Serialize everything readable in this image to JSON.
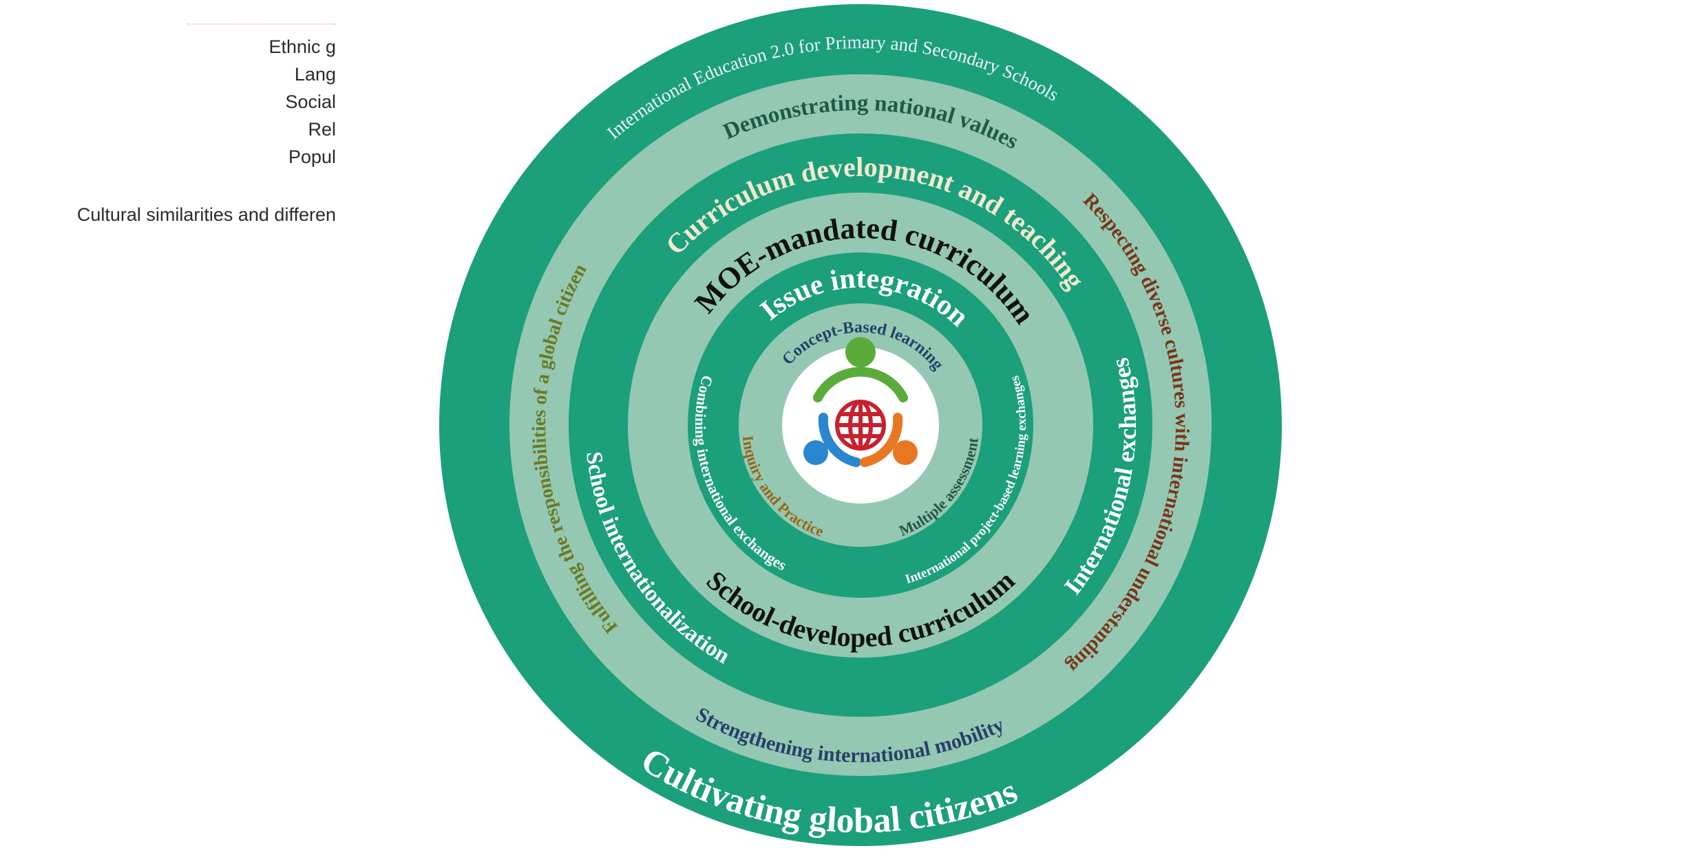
{
  "side_text": {
    "items": [
      "Ethnic g",
      "Lang",
      "Social",
      "Rel",
      "Popul"
    ],
    "footer": "Cultural similarities and differen"
  },
  "diagram": {
    "outer_title": "International Education 2.0 for Primary and Secondary Schools",
    "values": "Demonstrating national values",
    "respecting": "Respecting diverse cultures with international understanding",
    "fulfilling": "Fulfilling the responsibilities of a global citizen",
    "mobility": "Strengthening international mobility",
    "goal": "Cultivating global citizens",
    "curriculum_dev": "Curriculum development and teaching",
    "school_intl": "School internationalization",
    "intl_exchanges": "International exchanges",
    "moe": "MOE-mandated curriculum",
    "school_dev": "School-developed curriculum",
    "issue": "Issue integration",
    "combining": "Combining international exchanges",
    "project": "International project-based learning exchanges",
    "concept": "Concept-Based learning",
    "inquiry": "Inquiry and Practice",
    "assessment": "Multiple assessment",
    "center_logo": "people-around-globe-icon"
  },
  "colors": {
    "ring_dark": "#1c9f7b",
    "ring_light": "#94c8b2",
    "globe_red": "#c8202f",
    "person_green": "#5aac3a",
    "person_blue": "#2a86cf",
    "person_orange": "#e87722"
  }
}
